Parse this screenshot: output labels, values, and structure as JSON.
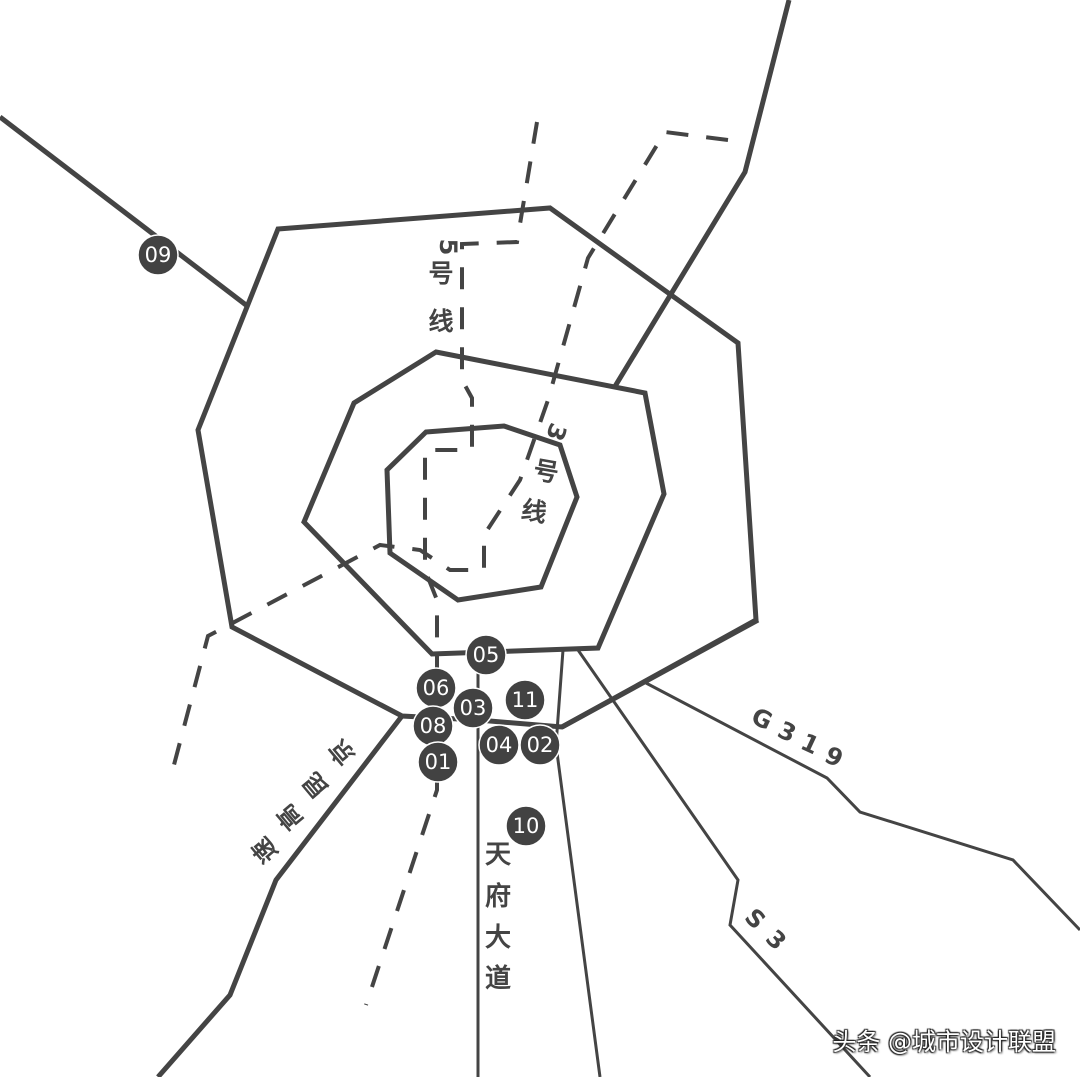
{
  "map": {
    "background": "#ffffff",
    "line_color": "#444444",
    "marker_color": "#424242",
    "markers": [
      {
        "id": "09",
        "label": "09"
      },
      {
        "id": "05",
        "label": "05"
      },
      {
        "id": "06",
        "label": "06"
      },
      {
        "id": "03",
        "label": "03"
      },
      {
        "id": "11",
        "label": "11"
      },
      {
        "id": "08",
        "label": "08"
      },
      {
        "id": "04",
        "label": "04"
      },
      {
        "id": "02",
        "label": "02"
      },
      {
        "id": "01",
        "label": "01"
      },
      {
        "id": "10",
        "label": "10"
      }
    ],
    "labels": {
      "metro_line_5": [
        "5",
        "号",
        "线"
      ],
      "metro_line_3": [
        "3",
        "号",
        "线"
      ],
      "jingkun_expressway": [
        "京",
        "昆",
        "高",
        "速"
      ],
      "tianfu_avenue": [
        "天",
        "府",
        "大",
        "道"
      ],
      "g319": [
        "G",
        "3",
        "1",
        "9"
      ],
      "s3": [
        "S",
        "3"
      ]
    }
  },
  "watermark": "头条 @城市设计联盟"
}
